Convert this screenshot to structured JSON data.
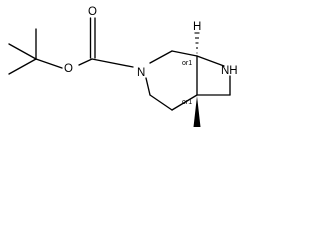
{
  "molecule": {
    "atoms": {
      "carbonyl_oxygen": "O",
      "ester_oxygen": "O",
      "ring_nitrogen": "N",
      "azetidine_nh": "NH",
      "bridgehead_h": "H"
    },
    "stereo_labels": {
      "upper": "or1",
      "lower": "or1"
    }
  }
}
